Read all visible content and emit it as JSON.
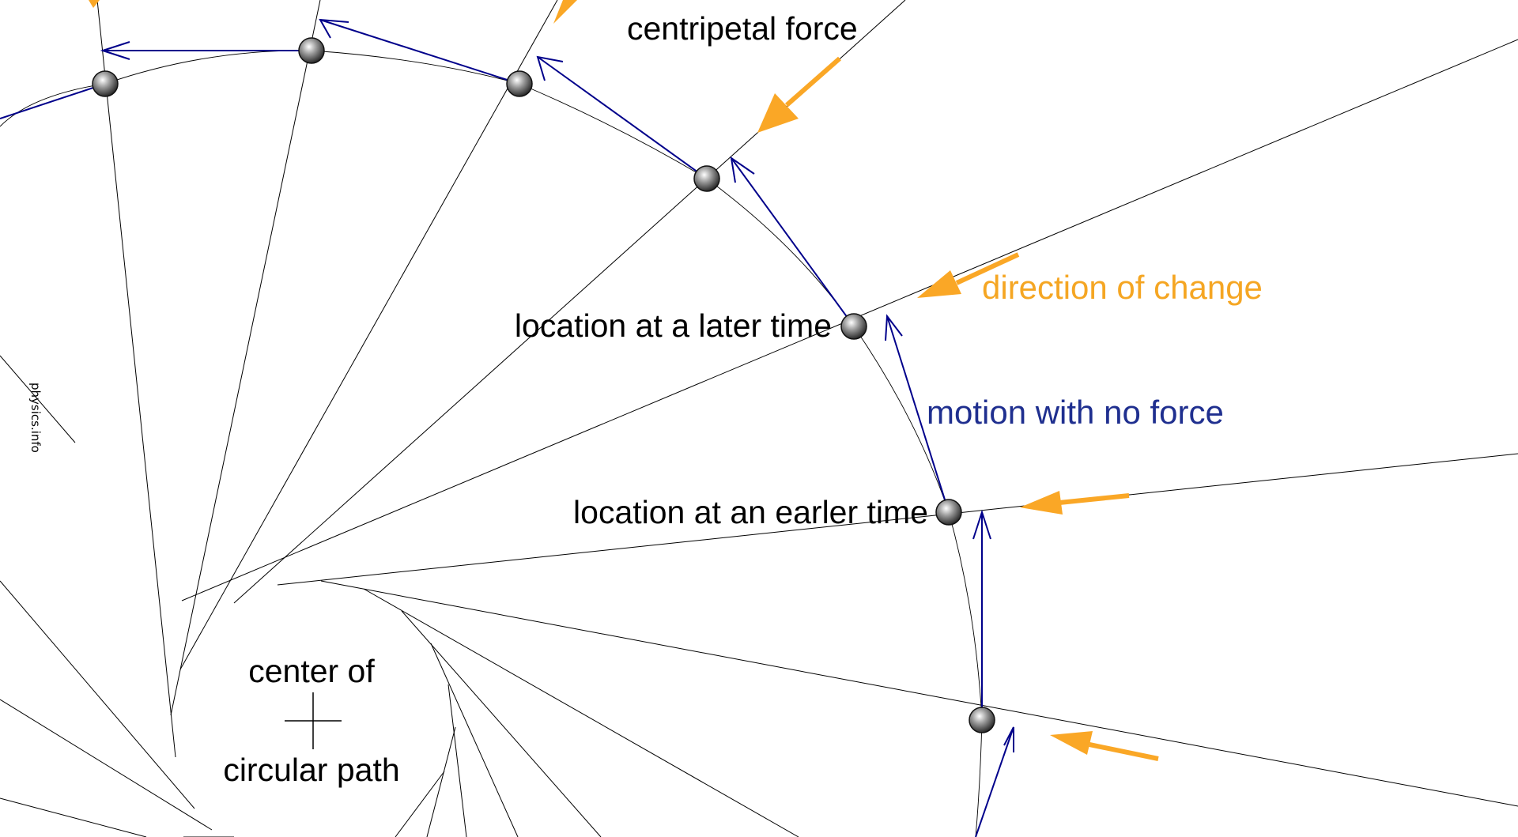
{
  "labels": {
    "centripetal_force": "centripetal force",
    "direction_of_change": "direction of change",
    "location_later": "location at a later time",
    "motion_no_force": "motion with no force",
    "location_earlier": "location at an earler time",
    "center_line1": "center of",
    "center_line2": "circular path",
    "watermark": "physics.info"
  },
  "colors": {
    "background": "#ffffff",
    "construction_lines": "#000000",
    "tangent_motion": "#00008b",
    "force": "#faa726",
    "force_label": "#f5a623",
    "motion_label": "#1f2f8f",
    "text": "#000000"
  }
}
